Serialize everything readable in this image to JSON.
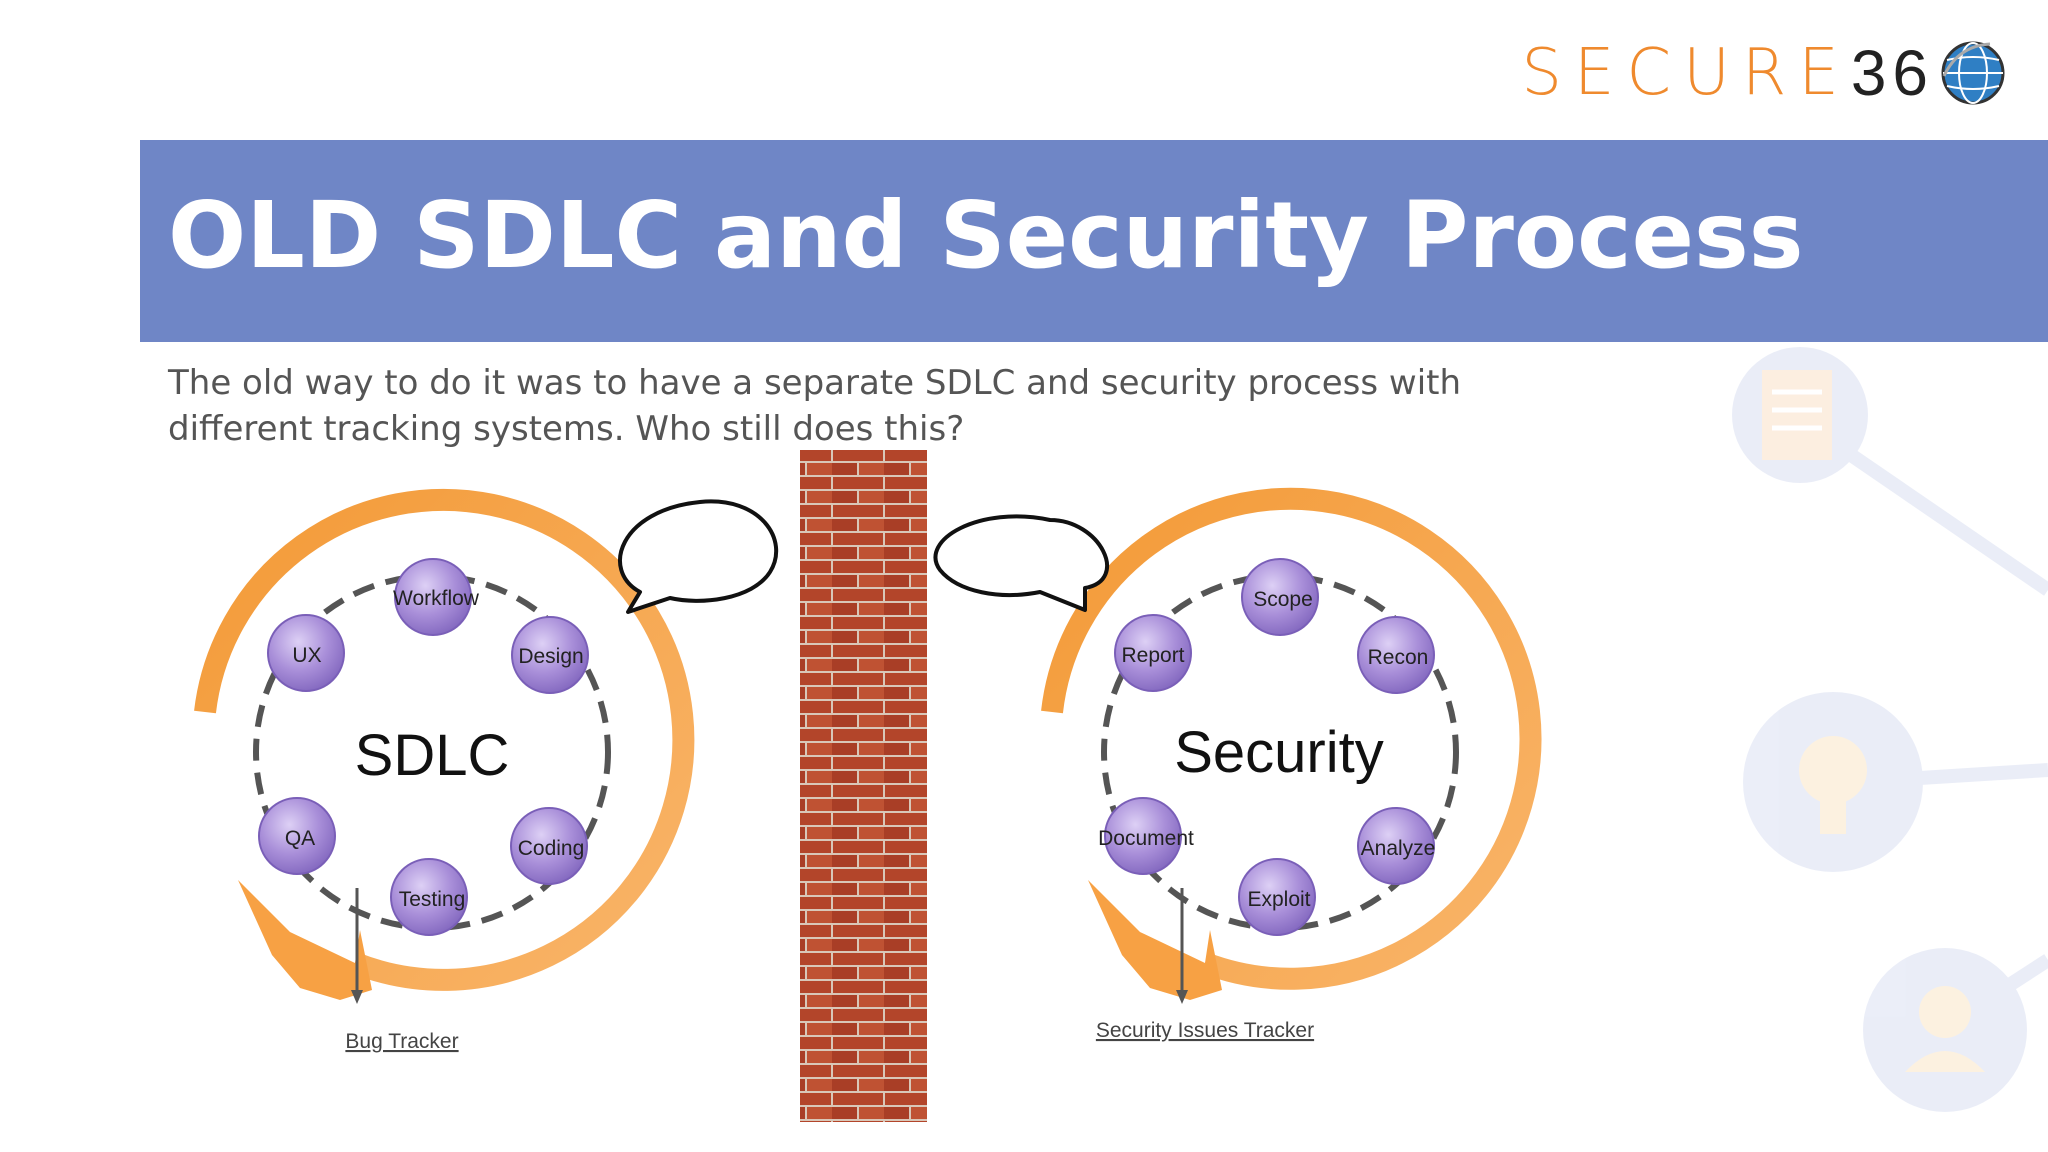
{
  "logo": {
    "letters": "SECURE",
    "number": "36"
  },
  "title": "OLD SDLC and Security Process",
  "subtitle": "The old way to do it was to have a separate SDLC and security process with different tracking systems. Who still does this?",
  "colors": {
    "title_bar": "#6f86c6",
    "logo_orange": "#ef8a2e",
    "cycle_arrow": "#f7a144",
    "node_fill": "#a98fd9",
    "brick": "#b3452a"
  },
  "sdlc_cycle": {
    "center": "SDLC",
    "nodes": [
      "Workflow",
      "Design",
      "Coding",
      "Testing",
      "QA",
      "UX"
    ],
    "tracker": "Bug Tracker"
  },
  "security_cycle": {
    "center": "Security",
    "nodes": [
      "Scope",
      "Recon",
      "Analyze",
      "Exploit",
      "Document",
      "Report"
    ],
    "tracker": "Security Issues Tracker"
  },
  "icons": [
    "document-icon",
    "lightbulb-icon",
    "user-group-icon",
    "speech-bubble-icon",
    "brick-wall"
  ]
}
